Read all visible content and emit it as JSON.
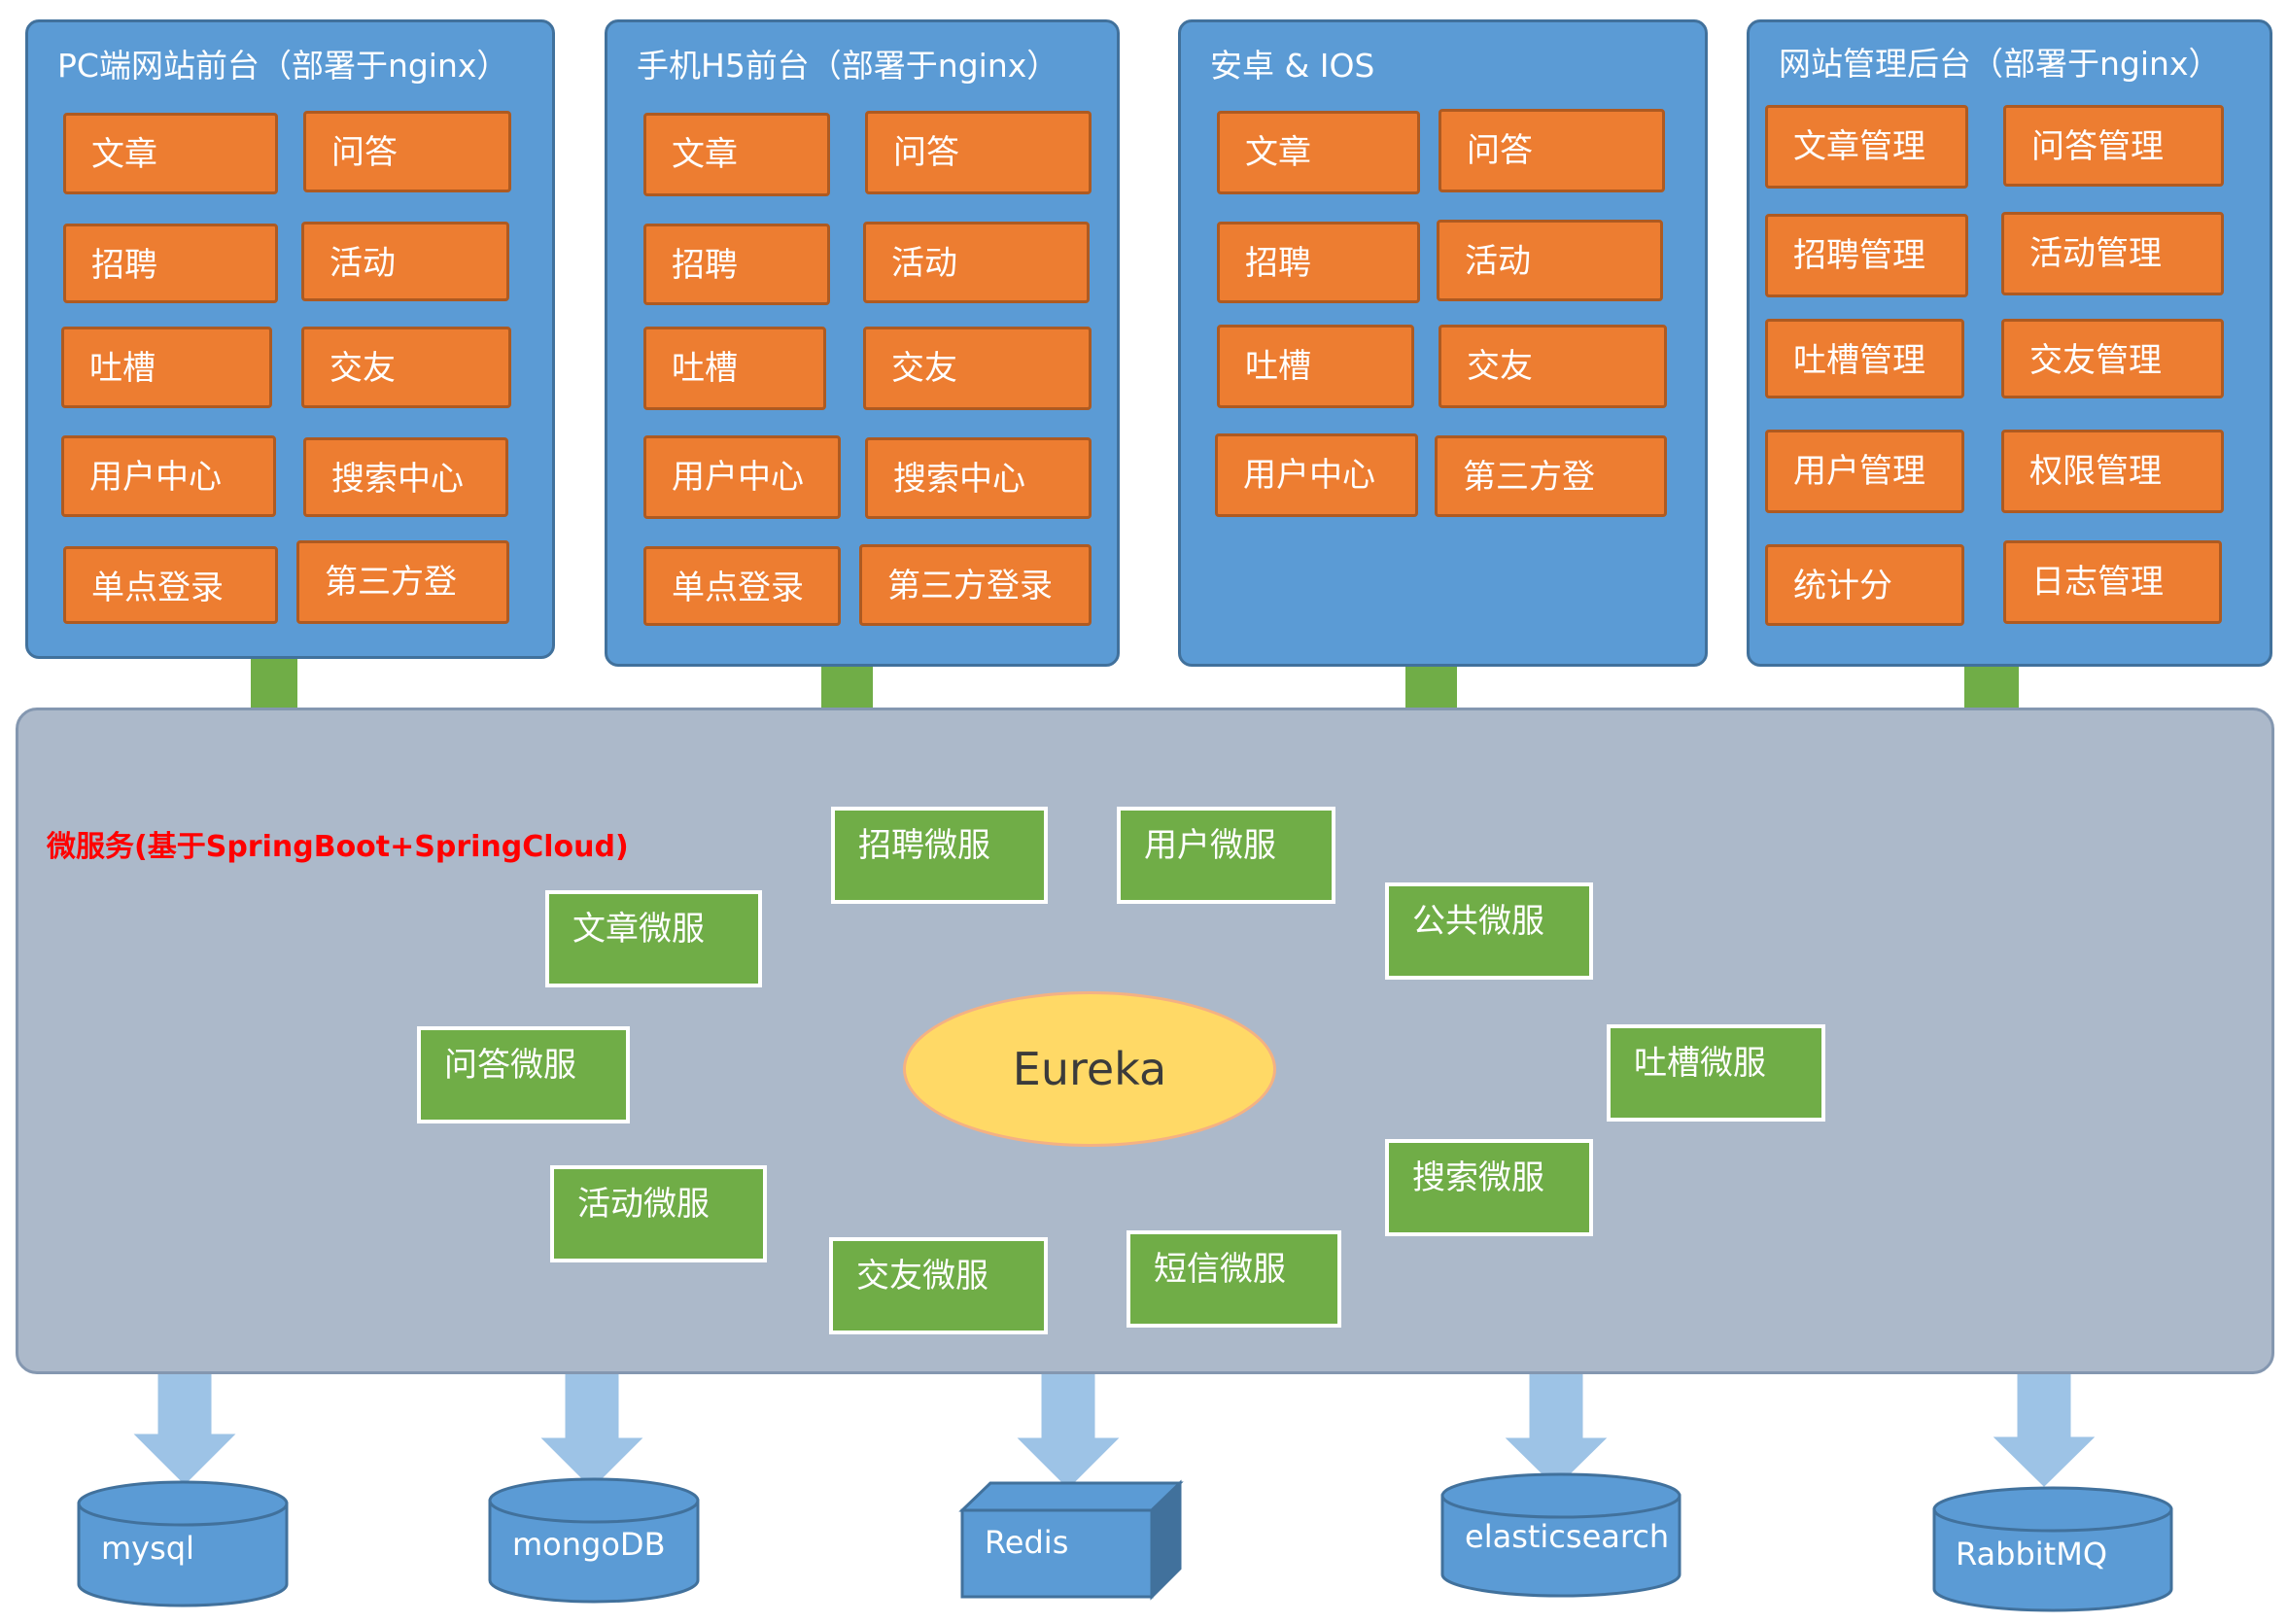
{
  "colors": {
    "panel_fill": "#5b9bd5",
    "button_fill": "#ed7d31",
    "service_fill": "#70ad47",
    "region_fill": "#acb9ca",
    "eureka_fill": "#ffd966",
    "down_arrow_green": "#70ad47",
    "down_arrow_light_blue": "#9dc3e6",
    "label_red": "#ff0000"
  },
  "panels": [
    {
      "title": "PC端网站前台（部署于nginx）",
      "buttons": [
        "文章",
        "问答",
        "招聘",
        "活动",
        "吐槽",
        "交友",
        "用户中心",
        "搜索中心",
        "单点登录",
        "第三方登"
      ]
    },
    {
      "title": "手机H5前台（部署于nginx）",
      "buttons": [
        "文章",
        "问答",
        "招聘",
        "活动",
        "吐槽",
        "交友",
        "用户中心",
        "搜索中心",
        "单点登录",
        "第三方登录"
      ]
    },
    {
      "title": "安卓 & IOS",
      "buttons": [
        "文章",
        "问答",
        "招聘",
        "活动",
        "吐槽",
        "交友",
        "用户中心",
        "第三方登"
      ]
    },
    {
      "title": "网站管理后台（部署于nginx）",
      "buttons": [
        "文章管理",
        "问答管理",
        "招聘管理",
        "活动管理",
        "吐槽管理",
        "交友管理",
        "用户管理",
        "权限管理",
        "统计分",
        "日志管理"
      ]
    }
  ],
  "microservices": {
    "label": "微服务(基于SpringBoot+SpringCloud)",
    "center": "Eureka",
    "services": [
      "招聘微服",
      "用户微服",
      "文章微服",
      "公共微服",
      "问答微服",
      "吐槽微服",
      "活动微服",
      "搜索微服",
      "交友微服",
      "短信微服"
    ]
  },
  "datastores": [
    "mysql",
    "mongoDB",
    "Redis",
    "elasticsearch",
    "RabbitMQ"
  ]
}
